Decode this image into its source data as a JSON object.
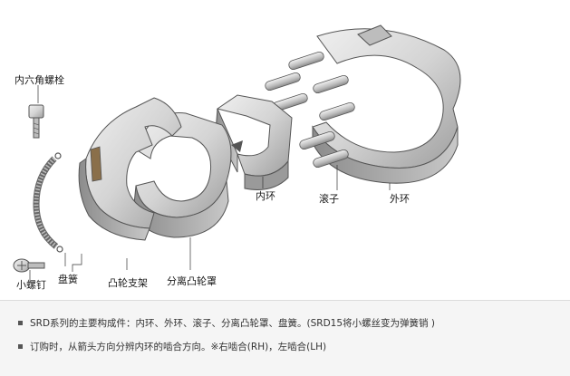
{
  "labels": {
    "hex_bolt": "内六角螺栓",
    "small_screw": "小螺钉",
    "coil_spring": "盘簧",
    "cam_bracket": "凸轮支架",
    "split_cam_cover": "分离凸轮罩",
    "inner_ring": "内环",
    "roller": "滚子",
    "outer_ring": "外环"
  },
  "notes": [
    "SRD系列的主要构成件：内环、外环、滚子、分离凸轮罩、盘簧。(SRD15将小螺丝变为弹簧销 )",
    "订购时，从箭头方向分辨内环的啮合方向。※右啮合(RH)，左啮合(LH)"
  ],
  "colors": {
    "part_fill": "#d9d9d9",
    "part_shade": "#a9a9a9",
    "outline": "#555555",
    "note_bg": "#f5f5f5"
  }
}
